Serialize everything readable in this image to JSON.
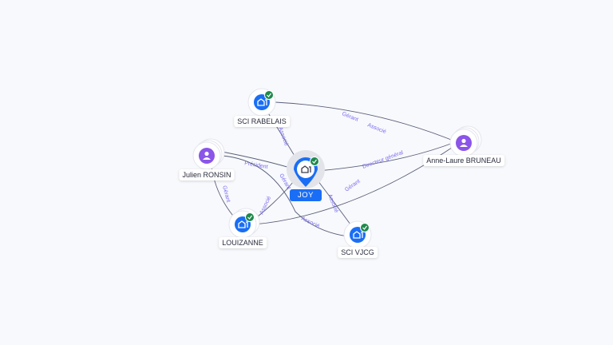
{
  "nodes": {
    "sci_rabelais": {
      "label": "SCI RABELAIS",
      "type": "company",
      "verified": true
    },
    "julien_ronsin": {
      "label": "Julien RONSIN",
      "type": "person"
    },
    "joy": {
      "label": "JOY",
      "type": "company-main",
      "verified": true
    },
    "anne_laure_bruneau": {
      "label": "Anne-Laure BRUNEAU",
      "type": "person"
    },
    "louizanne": {
      "label": "LOUIZANNE",
      "type": "company",
      "verified": true
    },
    "sci_vjcg": {
      "label": "SCI VJCG",
      "type": "company",
      "verified": true
    }
  },
  "edges": [
    {
      "from": "anne_laure_bruneau",
      "to": "sci_rabelais",
      "label1": "Gérant",
      "label2": "Associé"
    },
    {
      "from": "sci_rabelais",
      "to": "joy",
      "label1": "Associé"
    },
    {
      "from": "julien_ronsin",
      "to": "joy",
      "label1": "Président"
    },
    {
      "from": "anne_laure_bruneau",
      "to": "joy",
      "label1": "Directeur général"
    },
    {
      "from": "anne_laure_bruneau",
      "to": "louizanne",
      "label1": "Gérant"
    },
    {
      "from": "julien_ronsin",
      "to": "louizanne",
      "label1": "Gérant"
    },
    {
      "from": "louizanne",
      "to": "joy",
      "label1": "Associé"
    },
    {
      "from": "julien_ronsin",
      "to": "sci_vjcg",
      "label1": "Gérant",
      "label2": "Associé"
    },
    {
      "from": "joy",
      "to": "sci_vjcg",
      "label1": "Associé"
    }
  ],
  "colors": {
    "company": "#1a6ef5",
    "person": "#8a55e8",
    "verified": "#1e8a4c",
    "edge_label": "#7a6cf0"
  }
}
